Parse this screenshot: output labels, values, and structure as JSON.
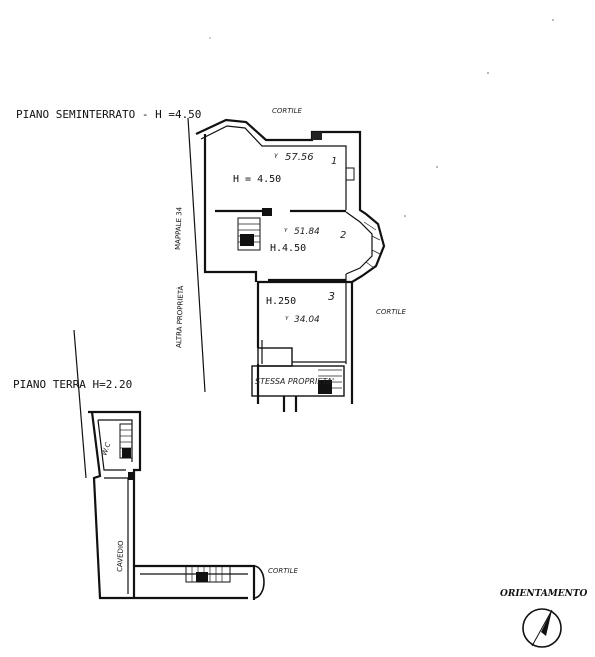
{
  "basement": {
    "title": "PIANO SEMINTERRATO - H =4.50",
    "rooms": [
      {
        "height": "H = 4.50",
        "area": "57.56",
        "number": "1"
      },
      {
        "height": "H.4.50",
        "area": "51.84",
        "number": "2"
      },
      {
        "height": "H.250",
        "area": "34.04",
        "number": "3"
      }
    ],
    "stessa_proprieta": "STESSA PROPRIETA'",
    "mappale": "MAPPALE 34",
    "altra_proprieta": "ALTRA PROPRIETÀ"
  },
  "ground": {
    "title": "PIANO TERRA  H=2.20",
    "wc": "W.C",
    "cavedio": "CAVEDIO"
  },
  "courtyard_labels": [
    "CORTILE",
    "CORTILE",
    "CORTILE"
  ],
  "orientation": {
    "title": "ORIENTAMENTO"
  }
}
